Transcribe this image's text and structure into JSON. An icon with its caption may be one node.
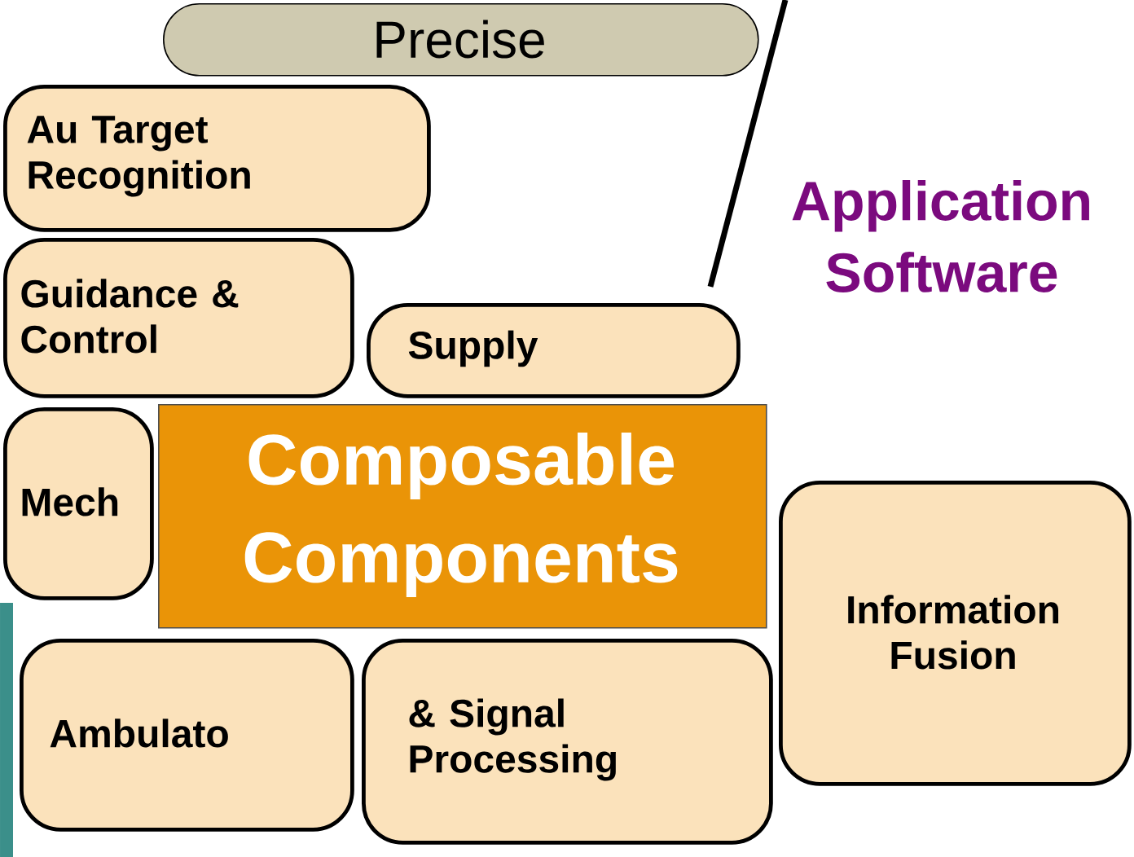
{
  "diagram": {
    "nodes": [
      {
        "text": [
          "Precise"
        ]
      },
      {
        "text": [
          "Au Target Recognition"
        ]
      },
      {
        "text": [
          "Guidance & Control"
        ]
      },
      {
        "text": [
          "Supply"
        ]
      },
      {
        "text": [
          "Mech"
        ]
      },
      {
        "text": [
          "Composable Components"
        ]
      },
      {
        "text": [
          "Ambulato"
        ]
      },
      {
        "text": [
          "& Signal Processing"
        ]
      },
      {
        "text": [
          "Information Fusion"
        ]
      }
    ],
    "labels": [
      "Application Software"
    ]
  }
}
